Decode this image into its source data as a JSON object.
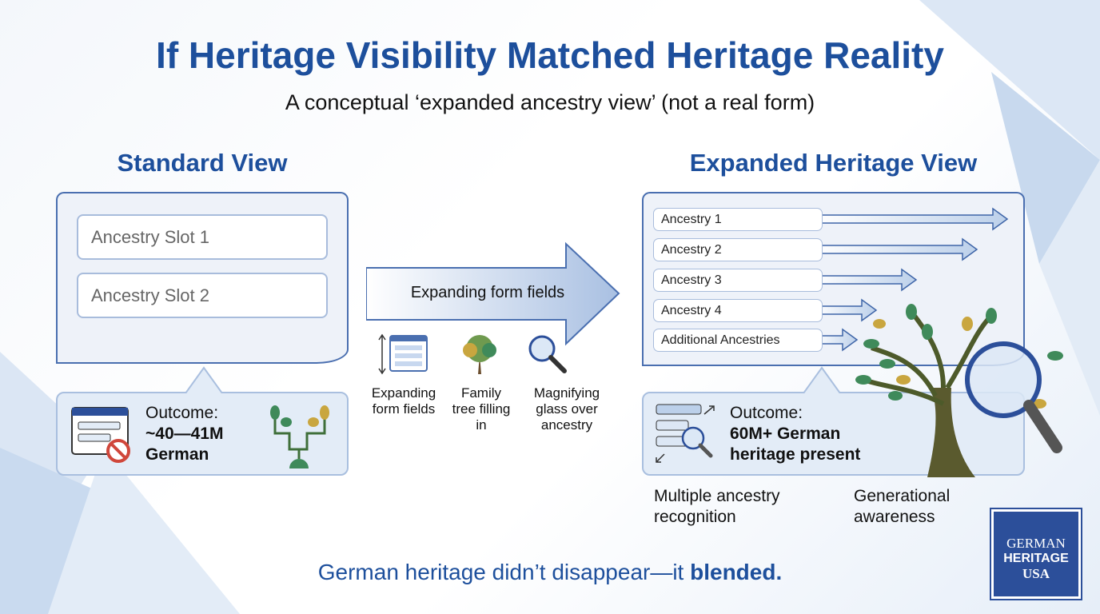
{
  "title": "If Heritage Visibility Matched Heritage Reality",
  "subtitle": "A conceptual ‘expanded ancestry view’ (not a real form)",
  "standard": {
    "heading": "Standard View",
    "slots": [
      "Ancestry Slot 1",
      "Ancestry Slot 2"
    ],
    "outcome_label": "Outcome:",
    "outcome_value_1": "~40—41M",
    "outcome_value_2": "German"
  },
  "middle": {
    "arrow_label": "Expanding form fields",
    "icons": [
      {
        "icon": "expanding-form-icon",
        "label": "Expanding form fields"
      },
      {
        "icon": "family-tree-icon",
        "label": "Family tree filling in"
      },
      {
        "icon": "magnifying-glass-icon",
        "label": "Magnifying glass over ancestry"
      }
    ]
  },
  "expanded": {
    "heading": "Expanded Heritage View",
    "rows": [
      "Ancestry 1",
      "Ancestry 2",
      "Ancestry 3",
      "Ancestry 4",
      "Additional Ancestries"
    ],
    "outcome_label": "Outcome:",
    "outcome_value_1": "60M+ German",
    "outcome_value_2": "heritage present",
    "notes": [
      "Multiple ancestry recognition",
      "Generational awareness"
    ]
  },
  "footer": {
    "text": "German heritage didn’t disappear—it ",
    "emphasis": "blended."
  },
  "logo": {
    "line1": "GERMAN",
    "line2": "HERITAGE",
    "line3": "USA"
  },
  "colors": {
    "primary": "#1d4f9c",
    "card_bg": "#eef2f9",
    "green": "#3f8a5a",
    "gold": "#c9a63f"
  }
}
